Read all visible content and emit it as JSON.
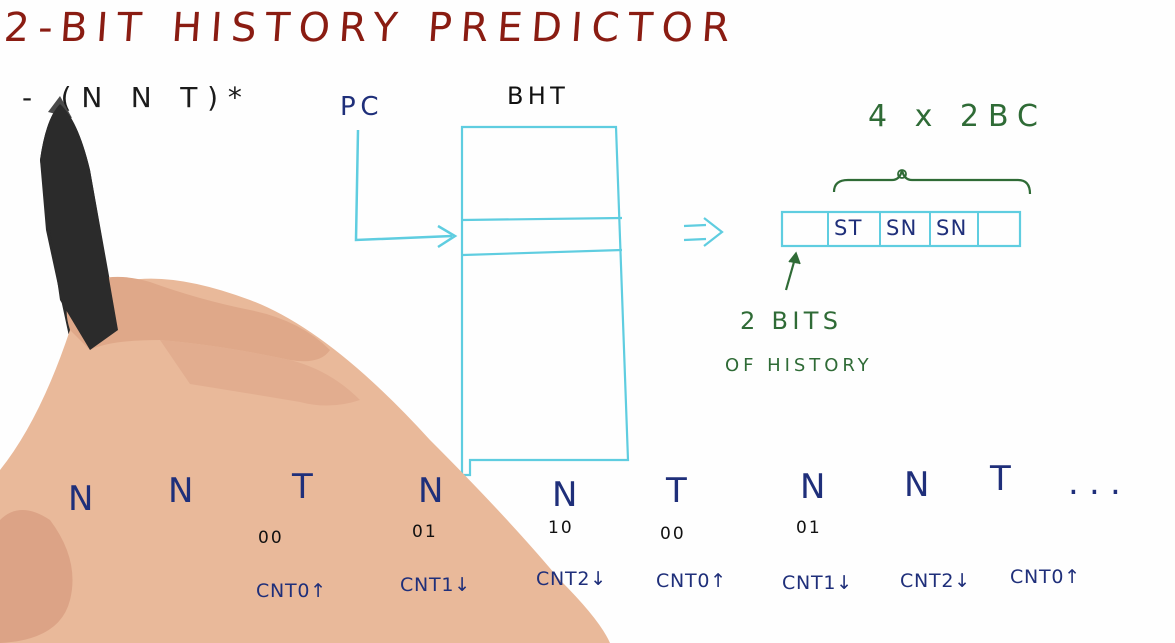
{
  "title": "2-BIT HISTORY PREDICTOR",
  "pattern": "- (N N T)*",
  "diagram": {
    "pc_label": "PC",
    "bht_label": "BHT",
    "implies_symbol": "=>",
    "counters_label": "4 x 2BC",
    "entry_cells": [
      "",
      "ST",
      "SN",
      "SN",
      ""
    ],
    "history_note_line1": "2 BITS",
    "history_note_line2": "OF HISTORY"
  },
  "sequence": {
    "outcomes": [
      "N",
      "N",
      "T",
      "N",
      "N",
      "T",
      "N",
      "N",
      "T",
      "..."
    ],
    "history_values": [
      "00",
      "01",
      "10",
      "00",
      "01"
    ],
    "counter_updates": [
      "CNT0↑",
      "CNT1↓",
      "CNT2↓",
      "CNT0↑",
      "CNT1↓",
      "CNT2↓",
      "CNT0↑"
    ]
  },
  "colors": {
    "title": "#8a1c12",
    "ink_blue": "#1f2f7a",
    "ink_green": "#2f6b36",
    "table_cyan": "#5fcde0",
    "ink_black": "#111111",
    "skin": "#e9b99a",
    "pen": "#2b2b2b"
  }
}
